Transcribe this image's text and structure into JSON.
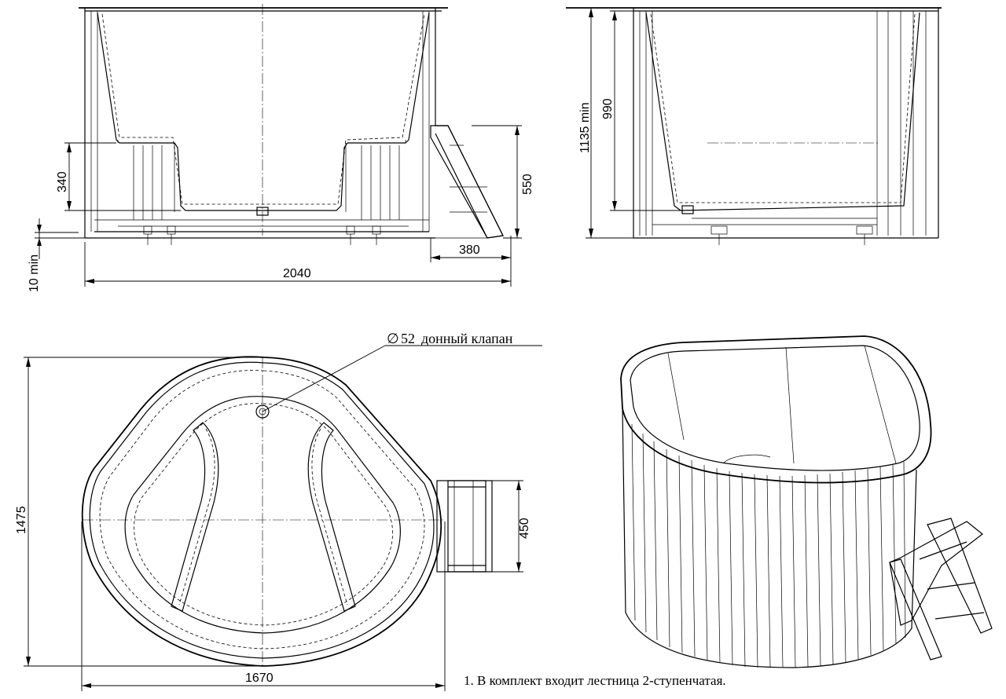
{
  "dimensions": {
    "front_width": "2040",
    "step_depth": "380",
    "step_height": "550",
    "seat_height": "340",
    "base_clearance": "10 min",
    "side_total_height": "1135 min",
    "side_depth": "990",
    "plan_depth": "1475",
    "plan_width": "1670",
    "stair_width": "450"
  },
  "drain_callout": {
    "symbol": "∅",
    "size": "52",
    "label": "донный клапан"
  },
  "note": "1. В комплект входит лестница 2-ступенчатая."
}
